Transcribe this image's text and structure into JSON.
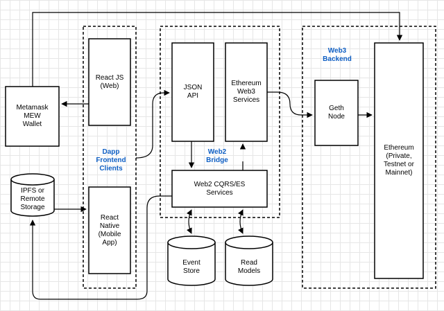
{
  "colors": {
    "stroke": "#000000",
    "group_label": "#0f5fc4",
    "background": "#ffffff",
    "grid": "#e6e6e6"
  },
  "groups": {
    "dapp": "Dapp\nFrontend\nClients",
    "web2": "Web2\nBridge",
    "web3": "Web3\nBackend"
  },
  "nodes": {
    "metamask": "Metamask\nMEW\nWallet",
    "ipfs": "IPFS or\nRemote\nStorage",
    "react_js": "React JS\n(Web)",
    "react_native": "React\nNative\n(Mobile\nApp)",
    "json_api": "JSON\nAPI",
    "ethereum_web3_services": "Ethereum\nWeb3\nServices",
    "cqrs": "Web2 CQRS/ES\nServices",
    "event_store": "Event\nStore",
    "read_models": "Read\nModels",
    "geth": "Geth\nNode",
    "ethereum": "Ethereum\n(Private,\nTestnet or\nMainnet)"
  }
}
